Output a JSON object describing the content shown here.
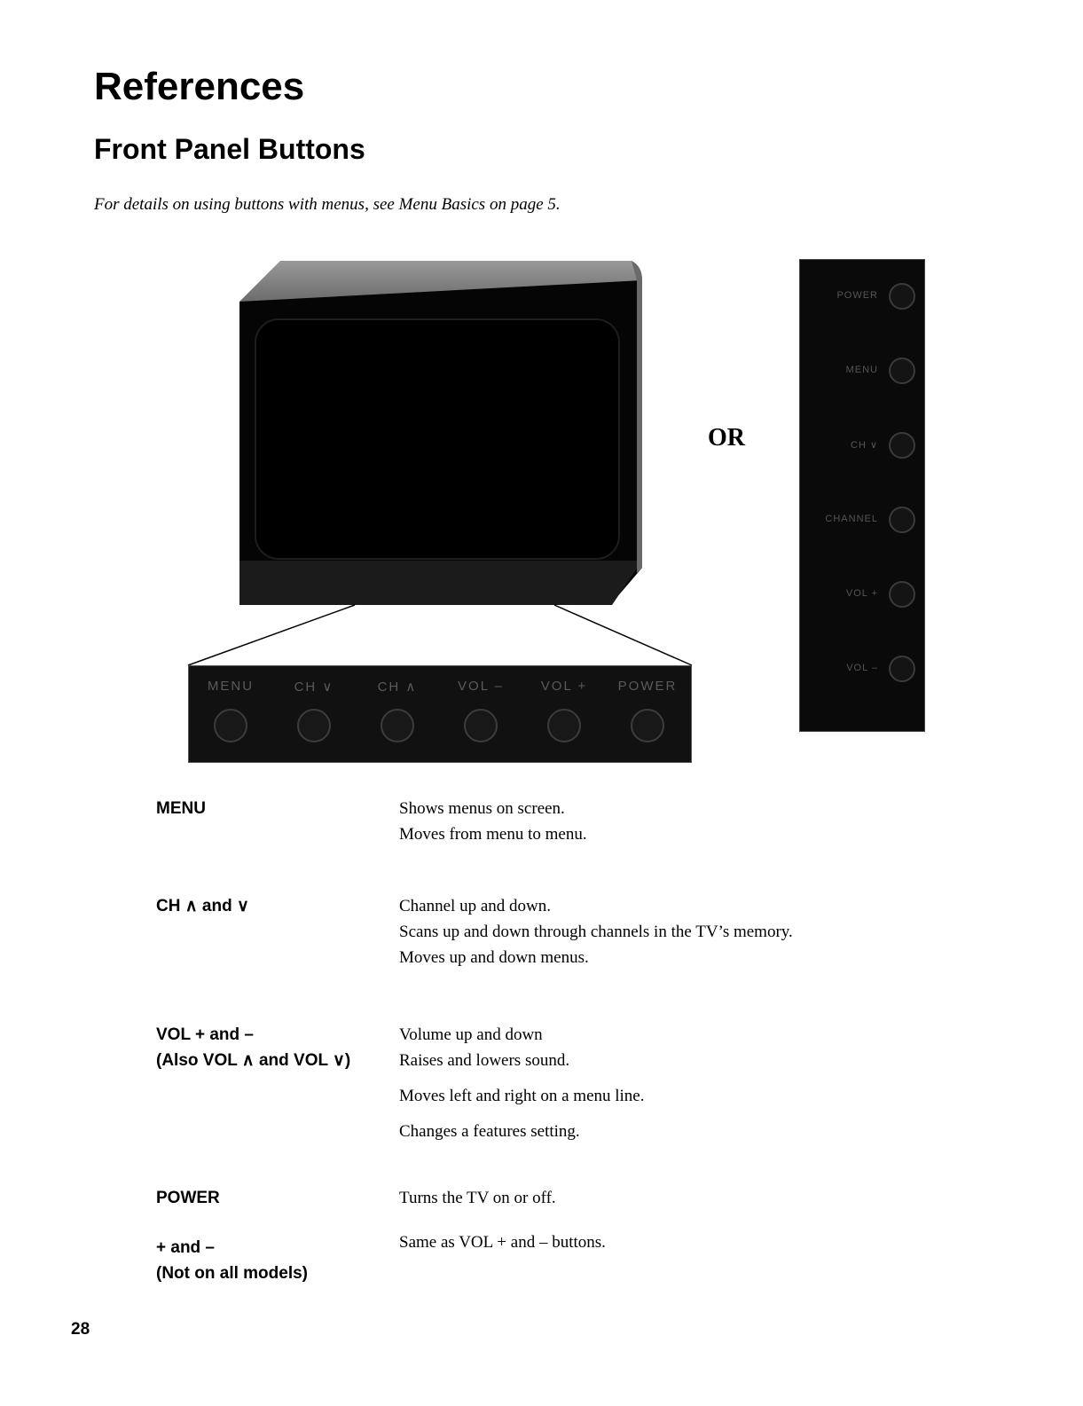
{
  "header": {
    "title": "References",
    "subtitle": "Front Panel Buttons",
    "intro": "For details on using buttons with menus, see Menu Basics on page 5."
  },
  "figure": {
    "or_label": "OR",
    "strip_buttons": [
      "MENU",
      "CH ∨",
      "CH ∧",
      "VOL –",
      "VOL +",
      "POWER"
    ],
    "side_buttons": [
      "POWER",
      "MENU",
      "CH ∨",
      "CHANNEL",
      "VOL +",
      "VOL –"
    ]
  },
  "entries": [
    {
      "term": [
        "MENU"
      ],
      "defs": [
        "Shows menus on screen.",
        "Moves from menu to menu."
      ]
    },
    {
      "term": [
        "CH ∧ and ∨"
      ],
      "defs": [
        "Channel up and down.",
        "Scans up and down through channels in the TV’s memory.",
        "Moves up and down menus."
      ]
    },
    {
      "term": [
        "VOL + and –",
        "(Also VOL ∧ and VOL ∨)"
      ],
      "defs": [
        "Volume up and down",
        "Raises and lowers sound.",
        "Moves left and right on a menu line.",
        "Changes a features setting."
      ]
    },
    {
      "term": [
        "POWER"
      ],
      "defs": [
        "Turns the TV on or off."
      ]
    },
    {
      "term": [
        "+ and –",
        "(Not on all models)"
      ],
      "defs": [
        "Same as VOL + and – buttons."
      ]
    }
  ],
  "page_number": "28"
}
